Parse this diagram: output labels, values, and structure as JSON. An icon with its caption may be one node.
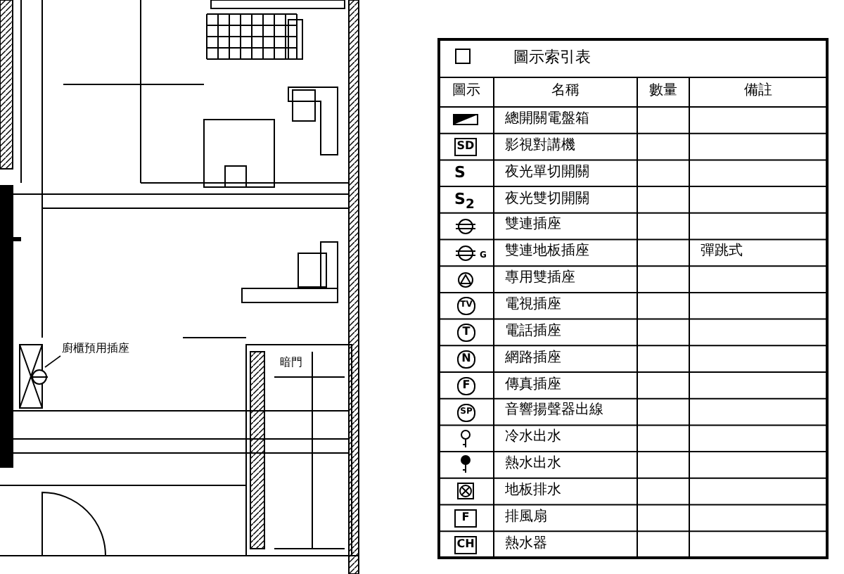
{
  "diagram": {
    "nodes": [
      {
        "text": [
          "廚櫃預用插座"
        ]
      },
      {
        "text": [],
        "shape": "circle"
      }
    ],
    "edges": [
      {
        "from": 0,
        "to": 1,
        "arrow": "none"
      }
    ],
    "labels": [
      "暗門",
      "圖示索引表",
      "圖示",
      "名稱",
      "數量",
      "備註",
      "總開關電盤箱",
      "SD",
      "影視對講機",
      "S",
      "夜光單切開關",
      "S$_{2}$",
      "夜光雙切開關",
      "雙連插座",
      "G",
      "雙連地板插座",
      "彈跳式",
      "專用雙插座",
      "TV",
      "電視插座",
      "T",
      "電話插座",
      "N",
      "網路插座",
      "F",
      "傳真插座",
      "SP",
      "音響揚聲器出線",
      "冷水出水",
      "熱水出水",
      "地板排水",
      "F",
      "排風扇",
      "CH",
      "熱水器"
    ]
  }
}
